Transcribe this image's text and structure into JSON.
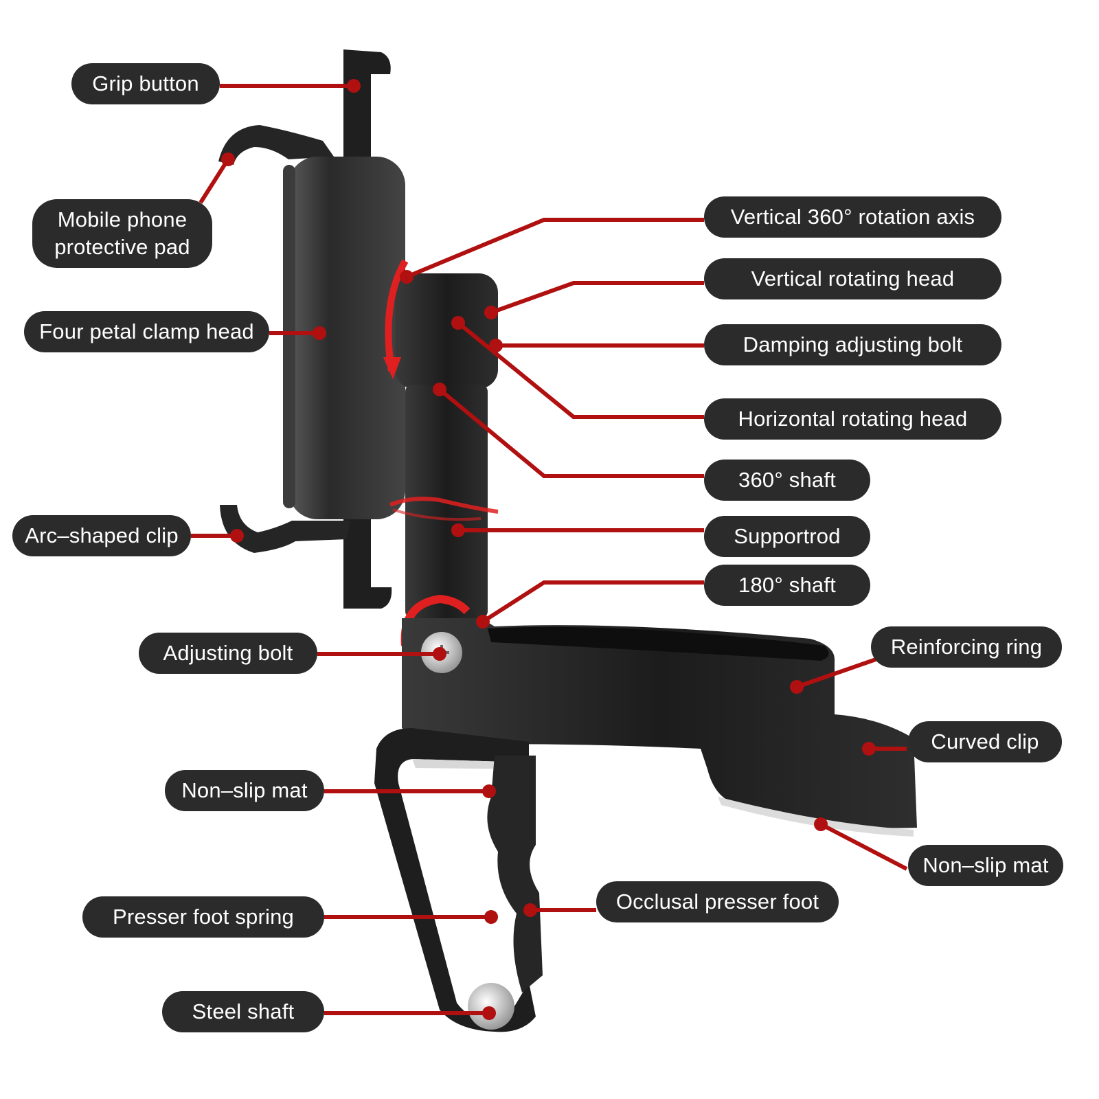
{
  "colors": {
    "label_background": "#2b2b2b",
    "label_text": "#ffffff",
    "leader_line": "#b01010",
    "product_body": "#1e1e1e",
    "rotation_arrow": "#e02020"
  },
  "labels": {
    "grip_button": "Grip button",
    "protective_pad": "Mobile phone\nprotective pad",
    "four_petal_clamp_head": "Four petal clamp head",
    "arc_shaped_clip": "Arc–shaped clip",
    "adjusting_bolt": "Adjusting bolt",
    "non_slip_mat_left": "Non–slip mat",
    "presser_foot_spring": "Presser foot spring",
    "steel_shaft": "Steel shaft",
    "vertical_rotation_axis": "Vertical 360°  rotation axis",
    "vertical_rotating_head": "Vertical rotating head",
    "damping_adjusting_bolt": "Damping adjusting bolt",
    "horizontal_rotating_head": "Horizontal rotating head",
    "shaft_360": "360°  shaft",
    "supportrod": "Supportrod",
    "shaft_180": "180°  shaft",
    "reinforcing_ring": "Reinforcing ring",
    "curved_clip": "Curved clip",
    "non_slip_mat_right": "Non–slip mat",
    "occlusal_presser_foot": "Occlusal presser foot"
  }
}
